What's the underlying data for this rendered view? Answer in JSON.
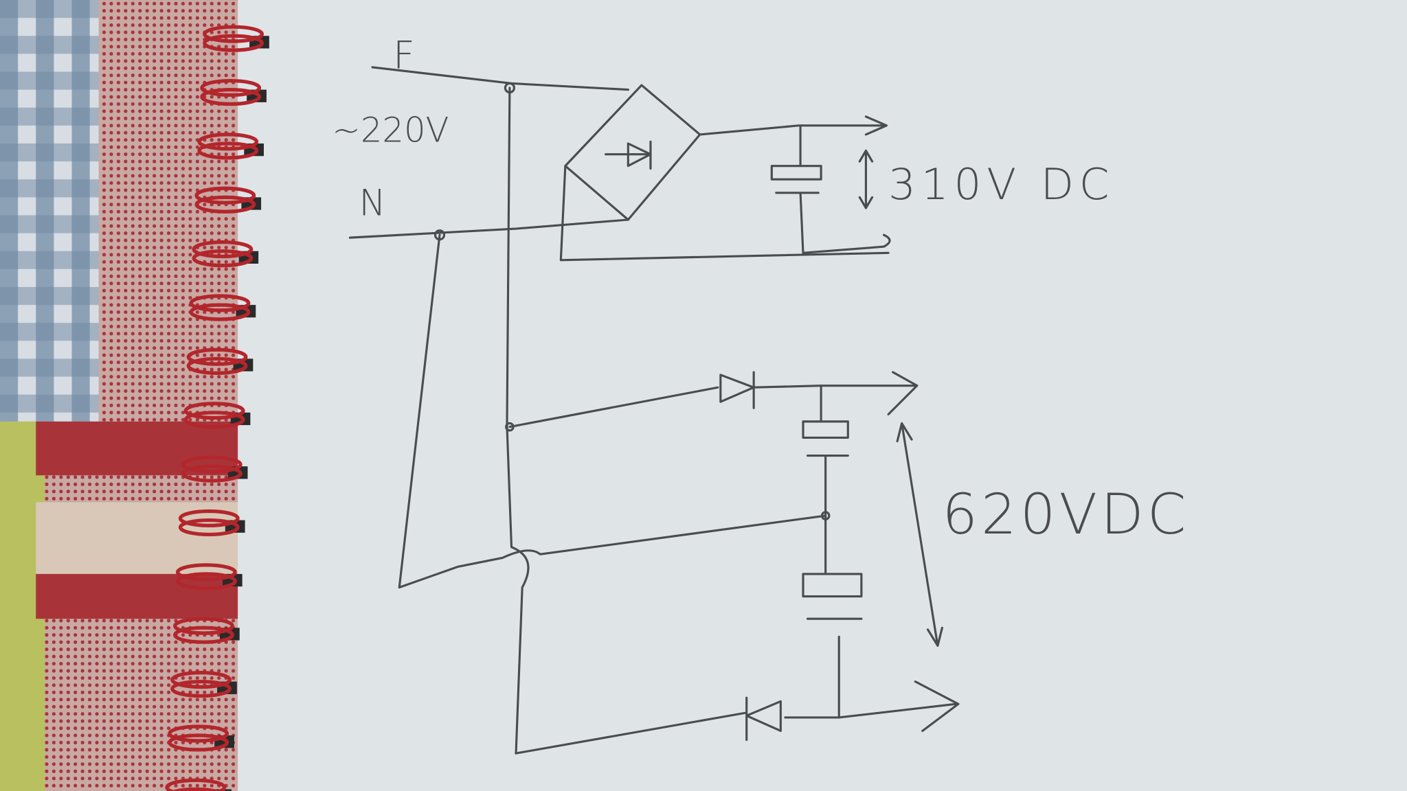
{
  "labels": {
    "phase": "F",
    "ac_voltage": "~220V",
    "neutral": "N",
    "dc_low": "310V DC",
    "dc_high": "620VDC"
  },
  "colors": {
    "paper": "#dfe4e7",
    "pencil": "#4a4c4f",
    "spiral": "#b3262c",
    "fabric_red": "#a8343a",
    "fabric_blue": "#5a7590"
  }
}
